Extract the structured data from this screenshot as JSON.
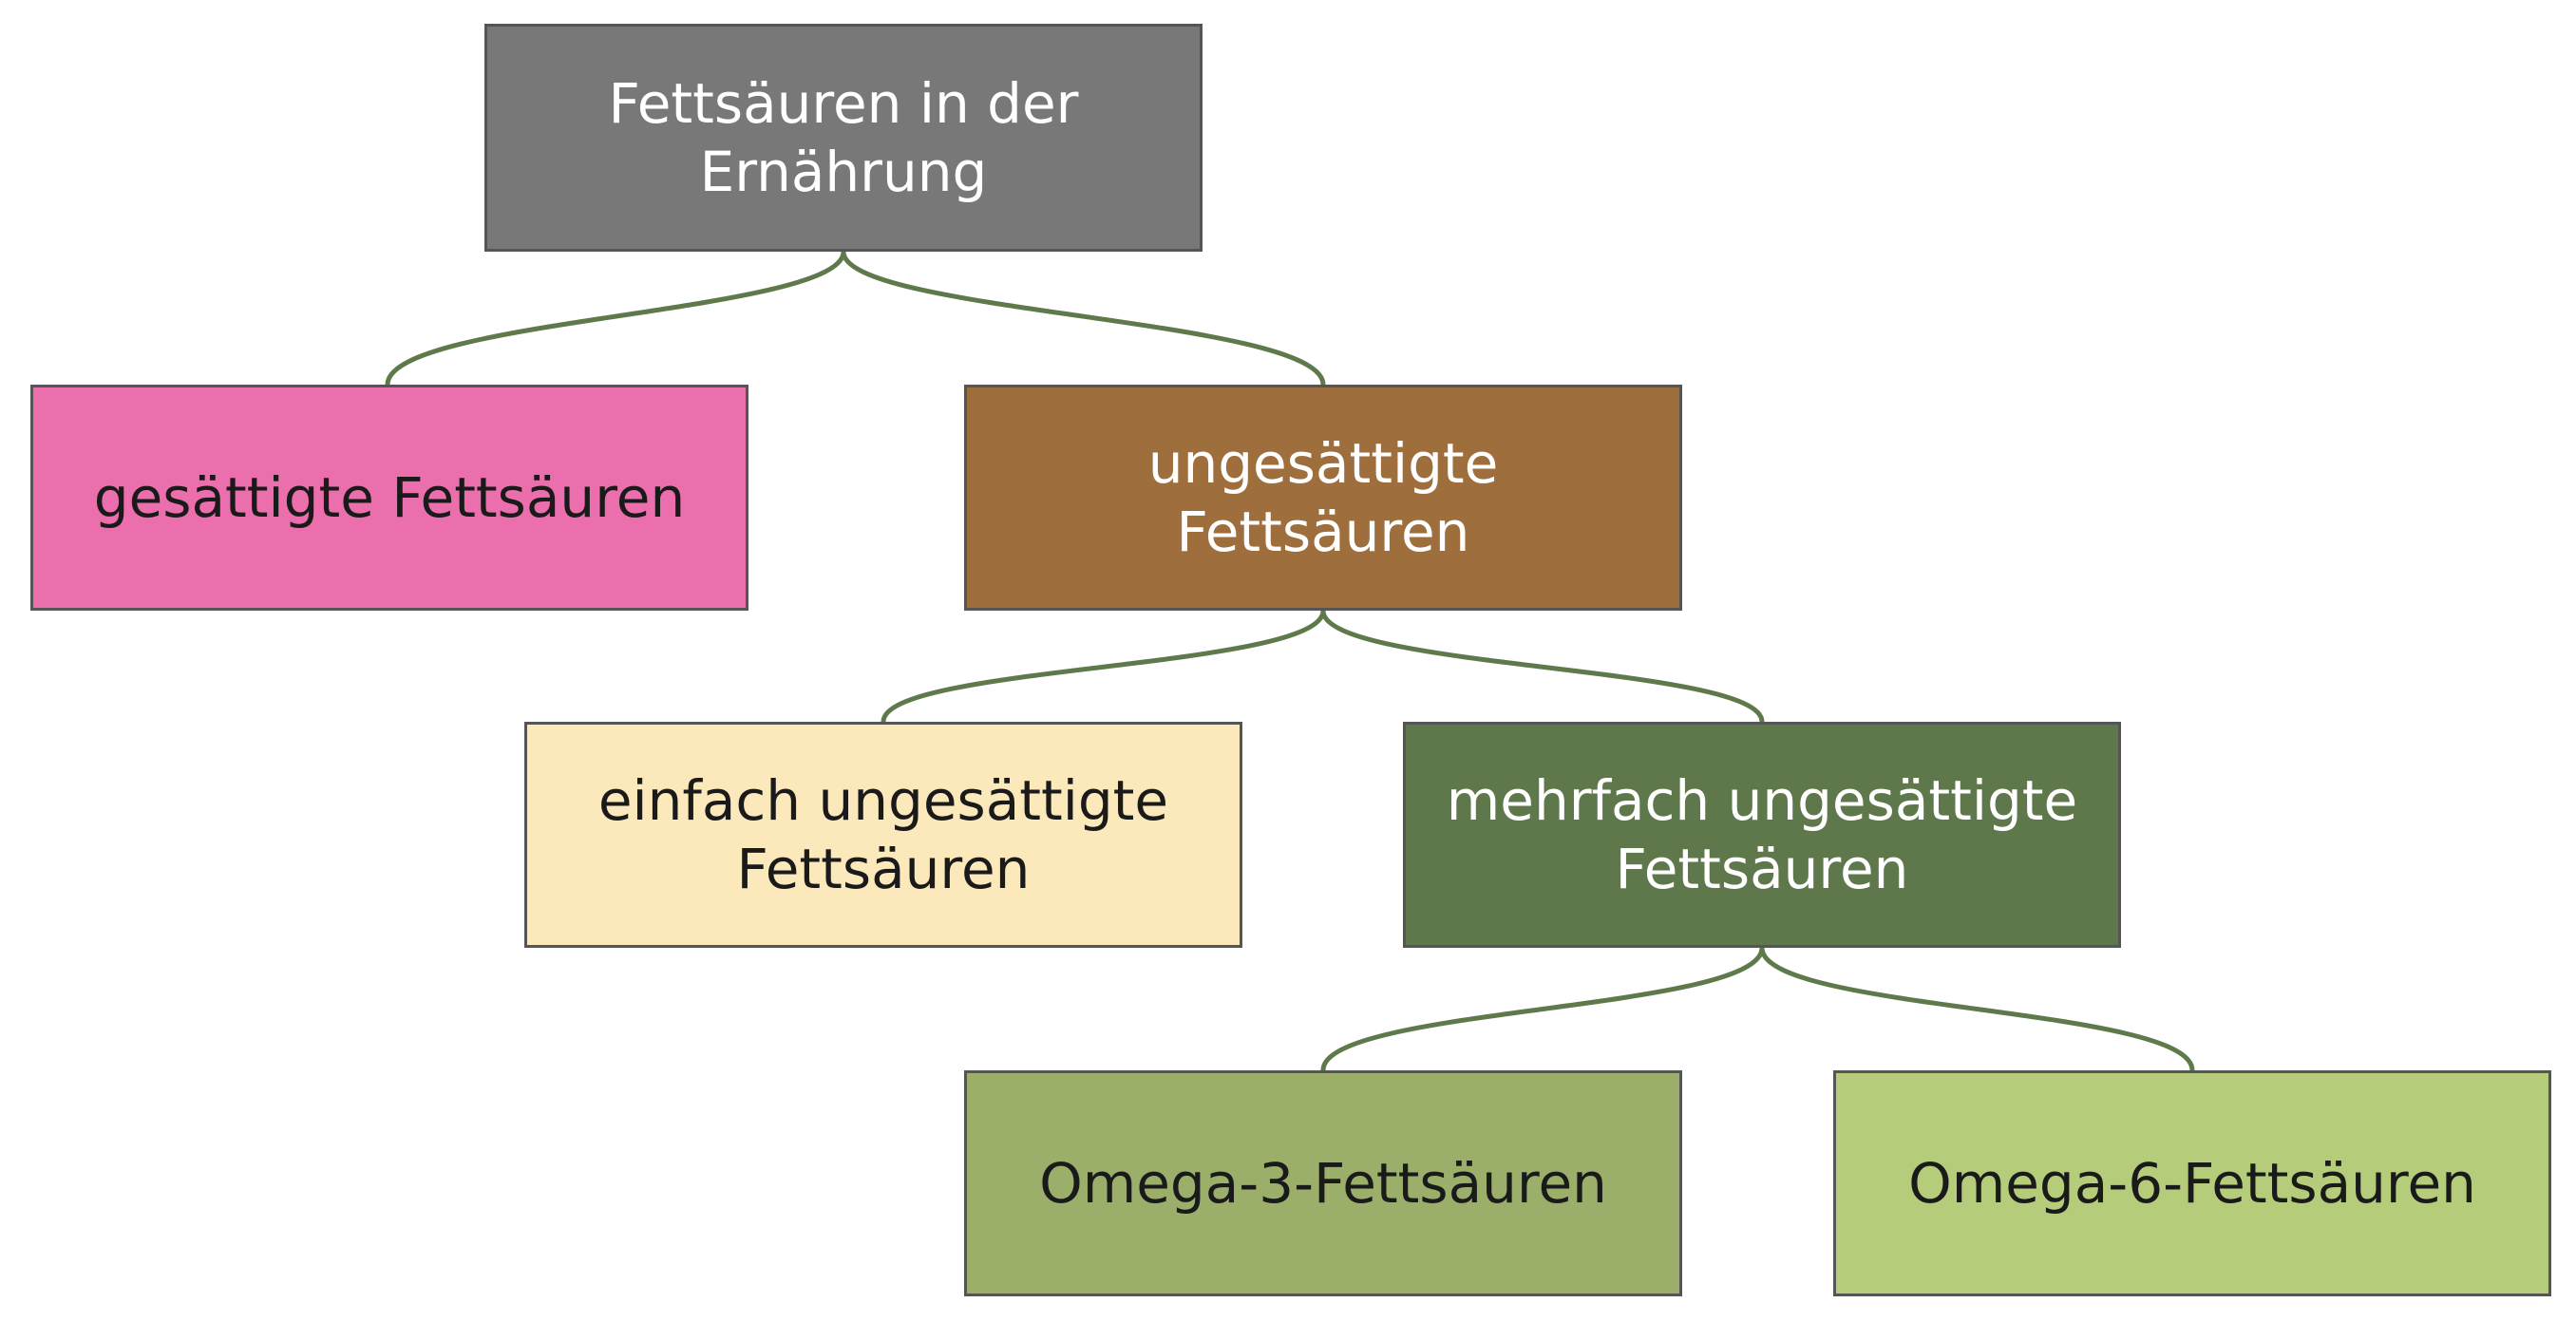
{
  "colors": {
    "connector": "#5e7a4b",
    "border": "#555555"
  },
  "nodes": {
    "root": {
      "label": "Fettsäuren in der\nErnährung",
      "bg": "#787878",
      "fg": "#ffffff"
    },
    "saturated": {
      "label": "gesättigte Fettsäuren",
      "bg": "#eb6fad",
      "fg": "#1a1a1a"
    },
    "unsaturated": {
      "label": "ungesättigte Fettsäuren",
      "bg": "#9e6f3c",
      "fg": "#ffffff"
    },
    "mono": {
      "label": "einfach ungesättigte\nFettsäuren",
      "bg": "#fbe9bb",
      "fg": "#1a1a1a"
    },
    "poly": {
      "label": "mehrfach ungesättigte\nFettsäuren",
      "bg": "#5f784b",
      "fg": "#ffffff"
    },
    "omega3": {
      "label": "Omega-3-Fettsäuren",
      "bg": "#9caf6a",
      "fg": "#1a1a1a"
    },
    "omega6": {
      "label": "Omega-6-Fettsäuren",
      "bg": "#b5cd7b",
      "fg": "#1a1a1a"
    }
  }
}
